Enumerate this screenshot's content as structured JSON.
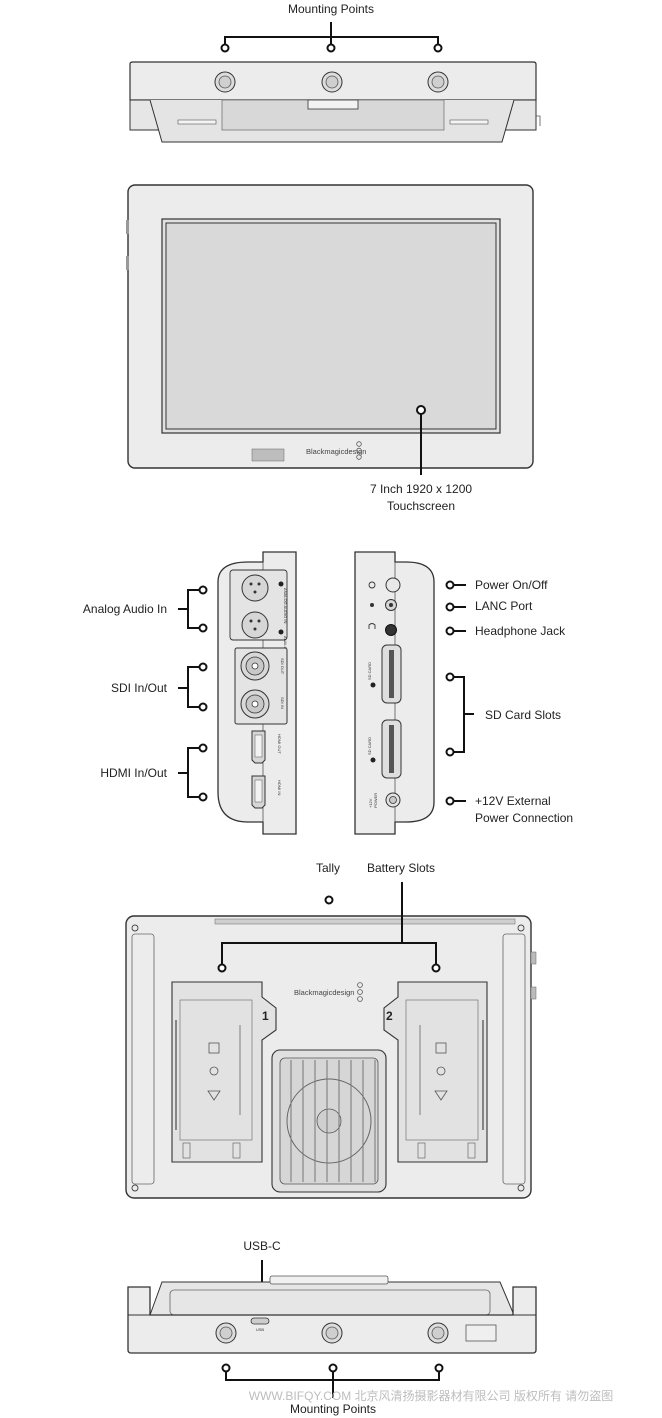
{
  "top_view": {
    "label": "Mounting Points"
  },
  "front_view": {
    "logo_text": "Blackmagicdesign",
    "screen_label_line1": "7 Inch 1920 x 1200",
    "screen_label_line2": "Touchscreen"
  },
  "side_left": {
    "callouts": [
      "Analog Audio In",
      "SDI In/Out",
      "HDMI In/Out"
    ],
    "panel_text": [
      "ANALOG AUDIO IN",
      "ANALOG AUDIO IN",
      "SDI OUT",
      "SDI IN",
      "HDMI OUT",
      "HDMI IN"
    ]
  },
  "side_right": {
    "callouts": [
      "Power On/Off",
      "LANC Port",
      "Headphone Jack",
      "SD Card Slots"
    ],
    "power_line1": "+12V External",
    "power_line2": "Power Connection",
    "panel_text": [
      "SD CARD",
      "SD CARD",
      "+12V",
      "POWER"
    ]
  },
  "rear_view": {
    "tally_label": "Tally",
    "battery_label": "Battery Slots",
    "logo_text": "Blackmagicdesign",
    "slot_numbers": [
      "1",
      "2"
    ]
  },
  "bottom_view": {
    "usb_label": "USB-C",
    "usb_port_text": "USB",
    "mount_label": "Mounting Points"
  },
  "watermark": "WWW.BIFQY.COM 北京风清扬摄影器材有限公司 版权所有 请勿盗图",
  "colors": {
    "device_fill": "#ececec",
    "outline": "#333333",
    "callout": "#111111"
  }
}
